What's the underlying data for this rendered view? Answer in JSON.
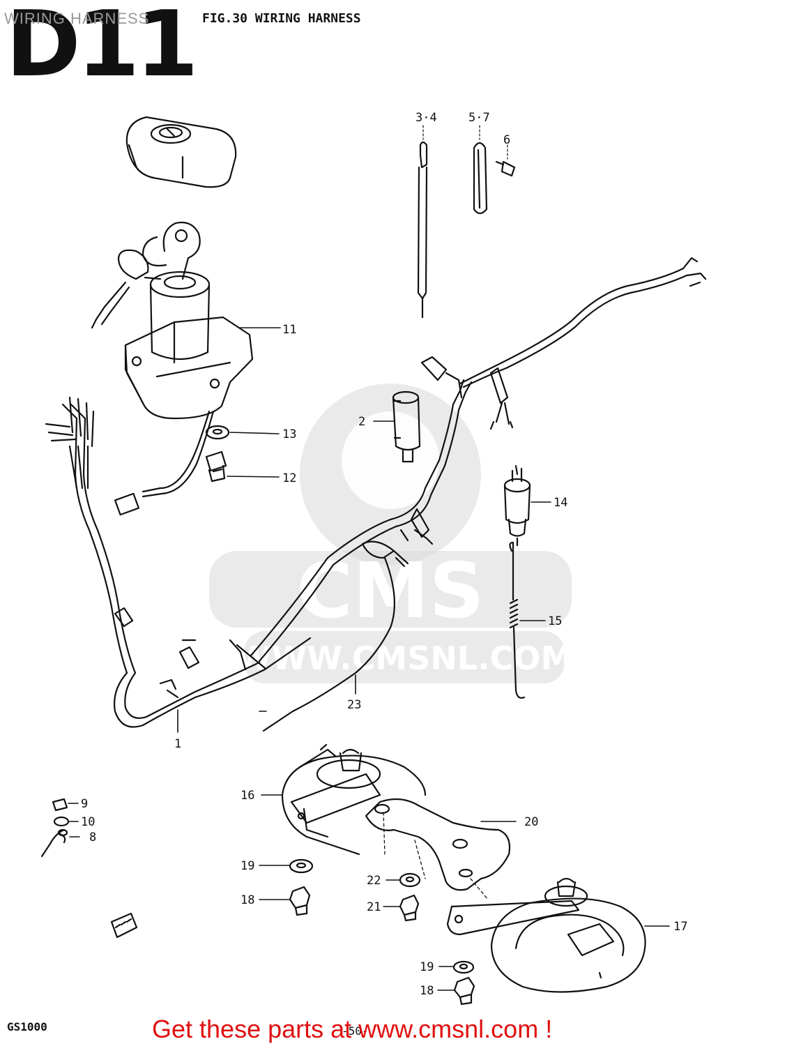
{
  "page_title": "WIRING HARNESS",
  "header": {
    "section_code": "D11",
    "figure": "FIG.30  WIRING HARNESS"
  },
  "watermark": {
    "brand": "CMS",
    "url": "WWW.CMSNL.COM"
  },
  "footer": {
    "model": "GS1000",
    "page_number": "-50-",
    "cta": "Get these parts at www.cmsnl.com !"
  },
  "labels": {
    "l1": "1",
    "l2": "2",
    "l3_4": "3·4",
    "l5_7": "5·7",
    "l6": "6",
    "l8": "8",
    "l9": "9",
    "l10": "10",
    "l11": "11",
    "l12": "12",
    "l13": "13",
    "l14": "14",
    "l15": "15",
    "l16": "16",
    "l17": "17",
    "l18a": "18",
    "l18b": "18",
    "l19a": "19",
    "l19b": "19",
    "l20": "20",
    "l21": "21",
    "l22": "22",
    "l23": "23"
  },
  "colors": {
    "ink": "#111111",
    "watermark": "#d9d9d9",
    "cta": "#e01010",
    "page_title": "#9a9a9a"
  }
}
